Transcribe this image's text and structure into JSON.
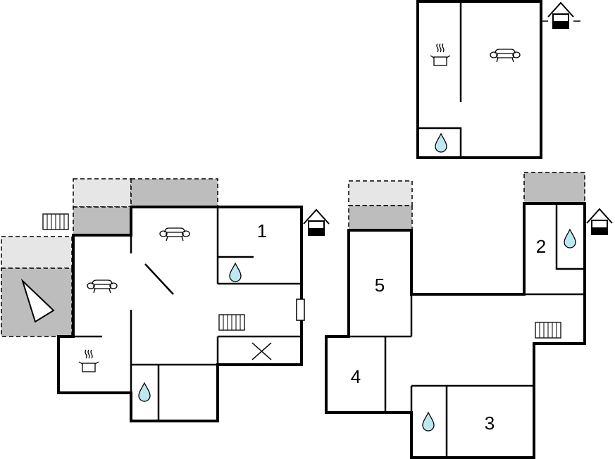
{
  "rooms": {
    "room_1": "1",
    "room_2": "2",
    "room_3": "3",
    "room_4": "4",
    "room_5": "5"
  },
  "icons": {
    "sofa": "sofa-icon",
    "kitchen": "cooking-pot-icon",
    "bathroom": "water-drop-icon",
    "heater": "radiator-icon",
    "entrance": "house-entrance-icon",
    "fireplace": "fireplace-icon",
    "compass": "north-arrow-icon"
  },
  "colors": {
    "wall": "#000000",
    "terrace_light": "#e6e6e6",
    "terrace_dark": "#bdbdbd",
    "water_drop": "#bfe7f0"
  }
}
